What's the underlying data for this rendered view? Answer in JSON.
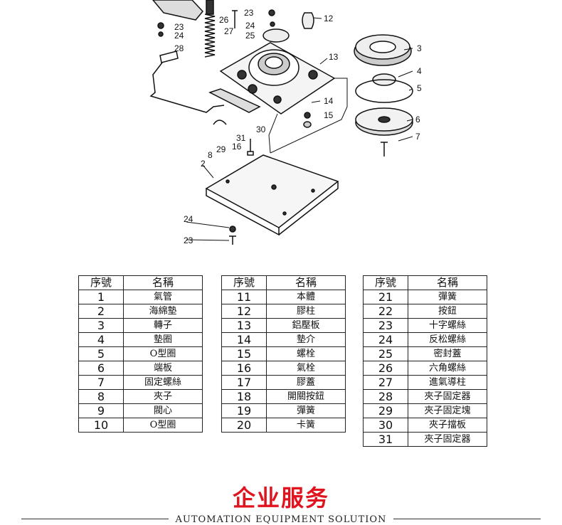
{
  "diagram": {
    "callouts": [
      "26",
      "23",
      "24",
      "25",
      "12",
      "23",
      "24",
      "27",
      "28",
      "13",
      "3",
      "4",
      "5",
      "14",
      "15",
      "6",
      "7",
      "31",
      "30",
      "16",
      "8",
      "29",
      "2",
      "24",
      "23"
    ]
  },
  "tables": [
    {
      "header": [
        "序號",
        "名稱"
      ],
      "rows": [
        [
          "1",
          "氣管"
        ],
        [
          "2",
          "海綿墊"
        ],
        [
          "3",
          "轉子"
        ],
        [
          "4",
          "墊圈"
        ],
        [
          "5",
          "O型圈"
        ],
        [
          "6",
          "端板"
        ],
        [
          "7",
          "固定螺絲"
        ],
        [
          "8",
          "夾子"
        ],
        [
          "9",
          "閥心"
        ],
        [
          "10",
          "O型圈"
        ]
      ]
    },
    {
      "header": [
        "序號",
        "名稱"
      ],
      "rows": [
        [
          "11",
          "本體"
        ],
        [
          "12",
          "膠柱"
        ],
        [
          "13",
          "鋁壓板"
        ],
        [
          "14",
          "墊介"
        ],
        [
          "15",
          "螺栓"
        ],
        [
          "16",
          "氣栓"
        ],
        [
          "17",
          "膠蓋"
        ],
        [
          "18",
          "開關按鈕"
        ],
        [
          "19",
          "彈簧"
        ],
        [
          "20",
          "卡簧"
        ]
      ]
    },
    {
      "header": [
        "序號",
        "名稱"
      ],
      "rows": [
        [
          "21",
          "彈簧"
        ],
        [
          "22",
          "按鈕"
        ],
        [
          "23",
          "十字螺絲"
        ],
        [
          "24",
          "反松螺絲"
        ],
        [
          "25",
          "密封蓋"
        ],
        [
          "26",
          "六角螺絲"
        ],
        [
          "27",
          "進氣導柱"
        ],
        [
          "28",
          "夾子固定器"
        ],
        [
          "29",
          "夾子固定塊"
        ],
        [
          "30",
          "夾子擋板"
        ],
        [
          "31",
          "夾子固定器"
        ]
      ]
    }
  ],
  "footer": {
    "title": "企业服务",
    "subtitle": "AUTOMATION EQUIPMENT SOLUTION"
  },
  "colors": {
    "accent": "#e0141e",
    "line": "#111111"
  }
}
